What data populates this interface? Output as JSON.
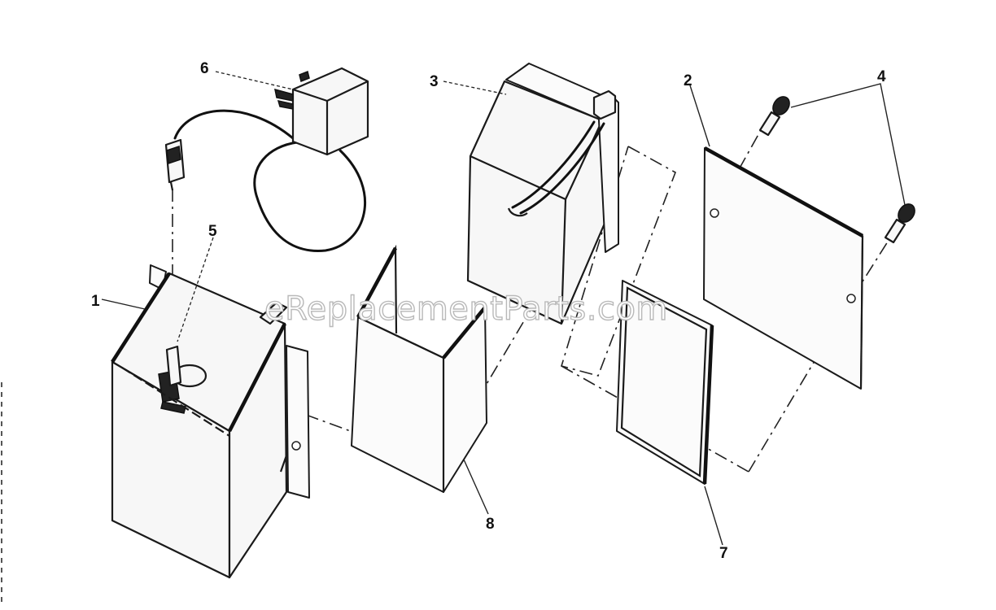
{
  "watermark": "eReplacementParts.com",
  "callouts": {
    "battery_box": "1",
    "cover_panel": "2",
    "battery": "3",
    "screws": "4",
    "charger_jack": "5",
    "ac_adapter": "6",
    "gasket": "7",
    "insulator": "8"
  }
}
